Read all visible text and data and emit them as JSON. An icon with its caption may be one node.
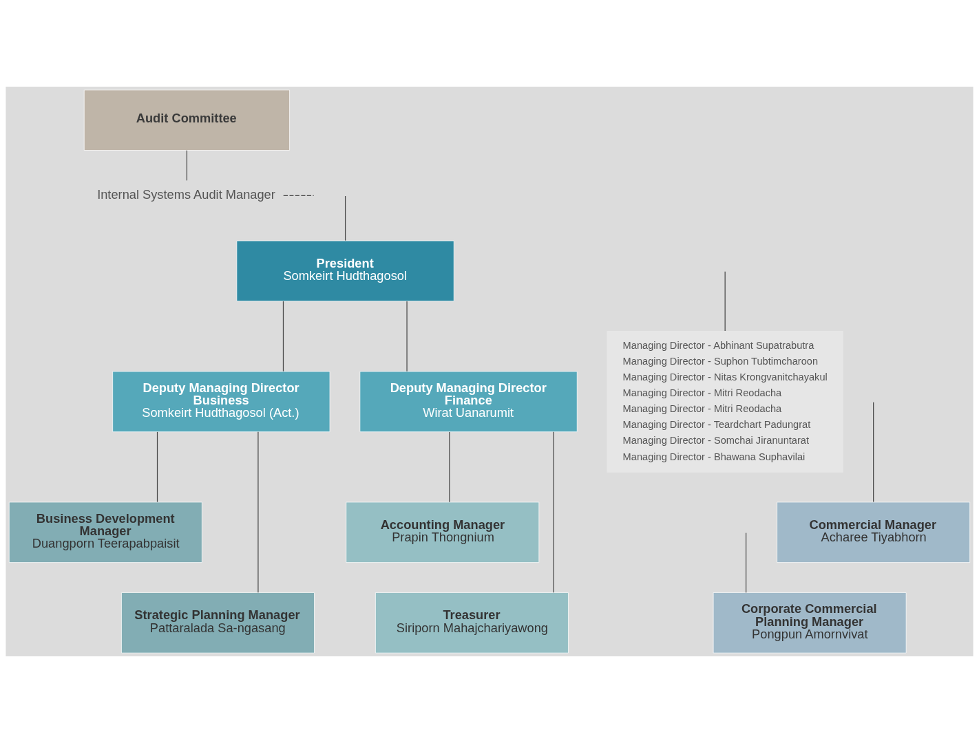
{
  "diagram": {
    "nodes": [
      {
        "text": [
          "Audit Committee"
        ]
      },
      {
        "text": [
          "Internal Systems Audit Manager"
        ]
      },
      {
        "text": [
          "President",
          "Somkeirt Hudthagosol"
        ]
      },
      {
        "text": [
          "Deputy Managing Director Business",
          "Somkeirt Hudthagosol (Act.)"
        ]
      },
      {
        "text": [
          "Deputy Managing Director Finance",
          "Wirat Uanarumit"
        ]
      },
      {
        "text": [
          "Managing Director - Abhinant Supatrabutra",
          "Managing Director - Suphon Tubtimcharoon",
          "Managing Director - Nitas Krongvanitchayakul",
          "Managing Director - Mitri Reodacha",
          "Managing Director - Mitri Reodacha",
          "Managing Director - Teardchart Padungrat",
          "Managing Director - Somchai Jiranuntarat",
          "Managing Director - Bhawana Suphavilai"
        ]
      },
      {
        "text": [
          "Business Development Manager",
          "Duangporn Teerapabpaisit"
        ]
      },
      {
        "text": [
          "Strategic Planning Manager",
          "Pattaralada Sa-ngasang"
        ]
      },
      {
        "text": [
          "Accounting Manager",
          "Prapin Thongnium"
        ]
      },
      {
        "text": [
          "Treasurer",
          "Siriporn Mahajchariyawong"
        ]
      },
      {
        "text": [
          "Commercial Manager",
          "Acharee Tiyabhorn"
        ]
      },
      {
        "text": [
          "Corporate Commercial Planning Manager",
          "Pongpun Amornvivat"
        ]
      }
    ],
    "edges": [
      {
        "from": 0,
        "to": 1,
        "arrow": "none"
      },
      {
        "from": 1,
        "to": null,
        "arrow": "none",
        "style": "dashed"
      },
      {
        "from": null,
        "to": 2,
        "arrow": "none"
      },
      {
        "from": 2,
        "to": 3,
        "arrow": "none"
      },
      {
        "from": 2,
        "to": 4,
        "arrow": "none"
      },
      {
        "from": null,
        "to": 5,
        "arrow": "none"
      },
      {
        "from": 3,
        "to": 6,
        "arrow": "none"
      },
      {
        "from": 3,
        "to": 7,
        "arrow": "none"
      },
      {
        "from": 4,
        "to": 8,
        "arrow": "none"
      },
      {
        "from": 4,
        "to": 9,
        "arrow": "none"
      },
      {
        "from": null,
        "to": 10,
        "arrow": "none"
      },
      {
        "from": null,
        "to": 11,
        "arrow": "none"
      }
    ]
  }
}
